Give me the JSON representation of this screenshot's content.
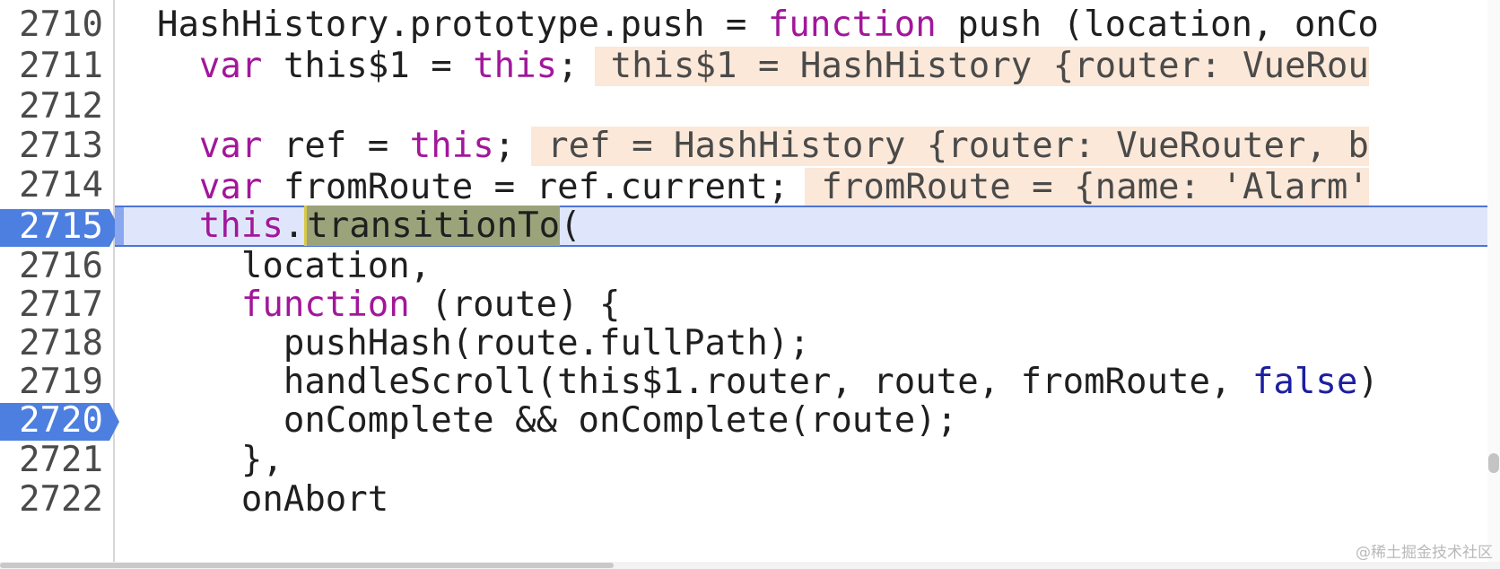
{
  "editor": {
    "gutter": [
      "2710",
      "2711",
      "2712",
      "2713",
      "2714",
      "2715",
      "2716",
      "2717",
      "2718",
      "2719",
      "2720",
      "2721",
      "2722"
    ],
    "breakpoints": [
      "2715",
      "2720"
    ],
    "lines": {
      "l2710": {
        "pre": "  HashHistory.prototype.push = ",
        "kw": "function",
        "post": " push (location, onCo"
      },
      "l2711": {
        "indent": "    ",
        "kw1": "var",
        "mid": " this$1 = ",
        "kw2": "this",
        "post": ";",
        "inline": "this$1 = HashHistory {router: VueRou"
      },
      "l2713": {
        "indent": "    ",
        "kw1": "var",
        "mid": " ref = ",
        "kw2": "this",
        "post": ";",
        "inline": "ref = HashHistory {router: VueRouter, b"
      },
      "l2714": {
        "indent": "    ",
        "kw1": "var",
        "mid": " fromRoute = ref.current;",
        "inline": "fromRoute = {name: 'Alarm'"
      },
      "l2715": {
        "indent": "    ",
        "kw": "this",
        "dot": ".",
        "hl": "transitionTo",
        "post": "("
      },
      "l2716": {
        "text": "      location,"
      },
      "l2717": {
        "indent": "      ",
        "kw": "function",
        "post": " (route) {"
      },
      "l2718": {
        "text": "        pushHash(route.fullPath);"
      },
      "l2719": {
        "pre": "        handleScroll(this$1.router, route, fromRoute, ",
        "lit": "false",
        "post": ")"
      },
      "l2720": {
        "text": "        onComplete && onComplete(route);"
      },
      "l2721": {
        "text": "      },"
      },
      "l2722": {
        "text": "      onAbort"
      }
    }
  },
  "watermark": "@稀土掘金技术社区",
  "colors": {
    "keyword": "#a2179a",
    "literal": "#1c1f9f",
    "paused_line": "#dfe6fb",
    "breakpoint": "#4d7fe0",
    "inline_value_bg": "#fbe8d8"
  }
}
